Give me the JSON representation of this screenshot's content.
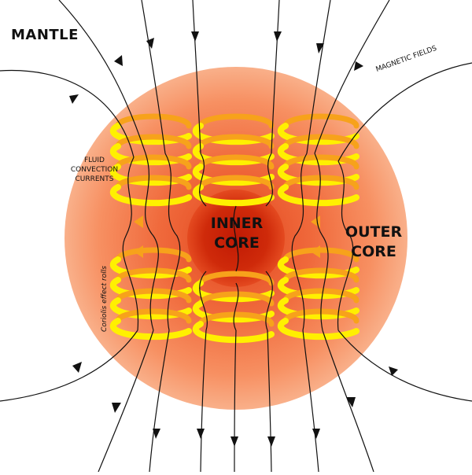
{
  "labels": {
    "mantle": "MANTLE",
    "inner_core_line1": "INNER",
    "inner_core_line2": "CORE",
    "outer_core_line1": "OUTER",
    "outer_core_line2": "CORE",
    "fluid_line1": "FLUID",
    "fluid_line2": "CONVECTION",
    "fluid_line3": "CURRENTS",
    "magnetic_fields": "MAGNETIC FIELDS",
    "coriolis": "Coriolis effect rolls"
  },
  "colors": {
    "outer_core_edge": "#f9a77c",
    "outer_core_mid": "#f07040",
    "inner_core": "#c41e06",
    "coil_yellow": "#fff000",
    "coil_orange": "#f7a21b",
    "field_lines": "#111111"
  }
}
